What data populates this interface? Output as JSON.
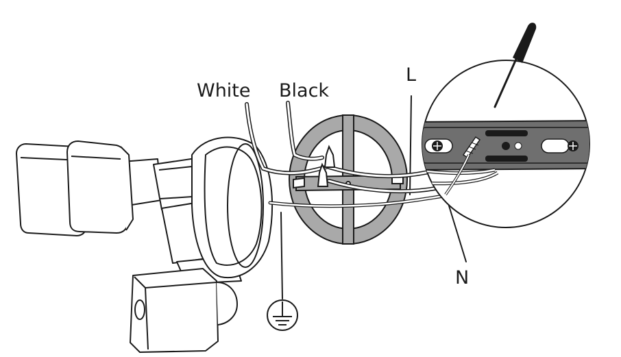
{
  "labels": {
    "white": "White",
    "black": "Black",
    "line": "L",
    "neutral": "N"
  },
  "colors": {
    "stroke": "#1a1a1a",
    "mount_plate": "#a9a9a9",
    "bracket": "#6f6f6f",
    "fixture_fill": "#ffffff"
  },
  "icons": [
    "ground-symbol-icon",
    "screwdriver-icon",
    "wire-nut-icon"
  ]
}
